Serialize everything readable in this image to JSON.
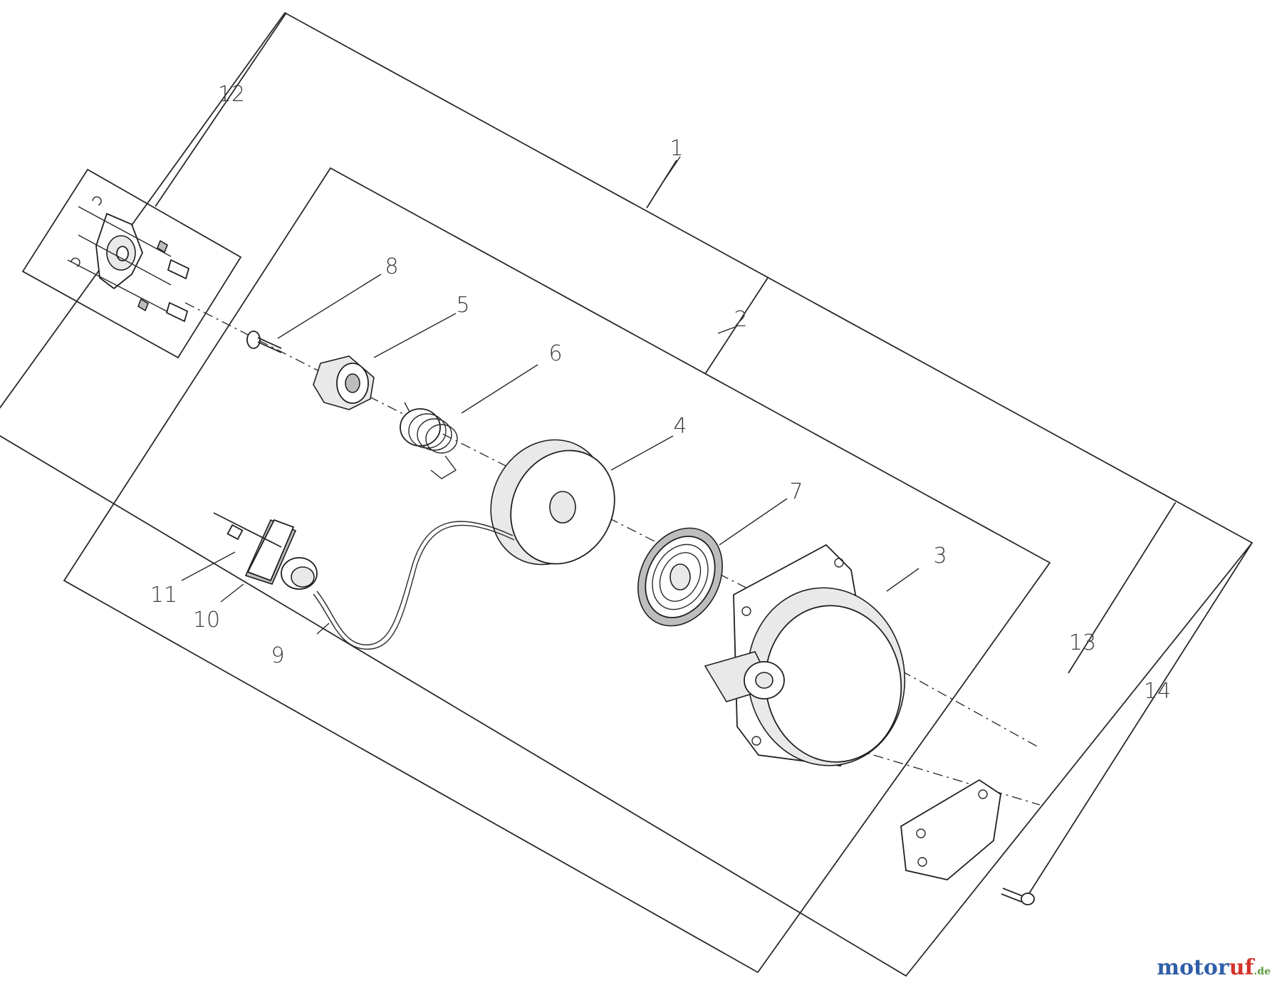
{
  "callouts": {
    "c1": "1",
    "c2": "2",
    "c3": "3",
    "c4": "4",
    "c5": "5",
    "c6": "6",
    "c7": "7",
    "c8": "8",
    "c9": "9",
    "c10": "10",
    "c11": "11",
    "c12": "12",
    "c13": "13",
    "c14": "14"
  },
  "watermark": {
    "part1": "motor",
    "part2": "uf",
    "part3": ".de"
  }
}
